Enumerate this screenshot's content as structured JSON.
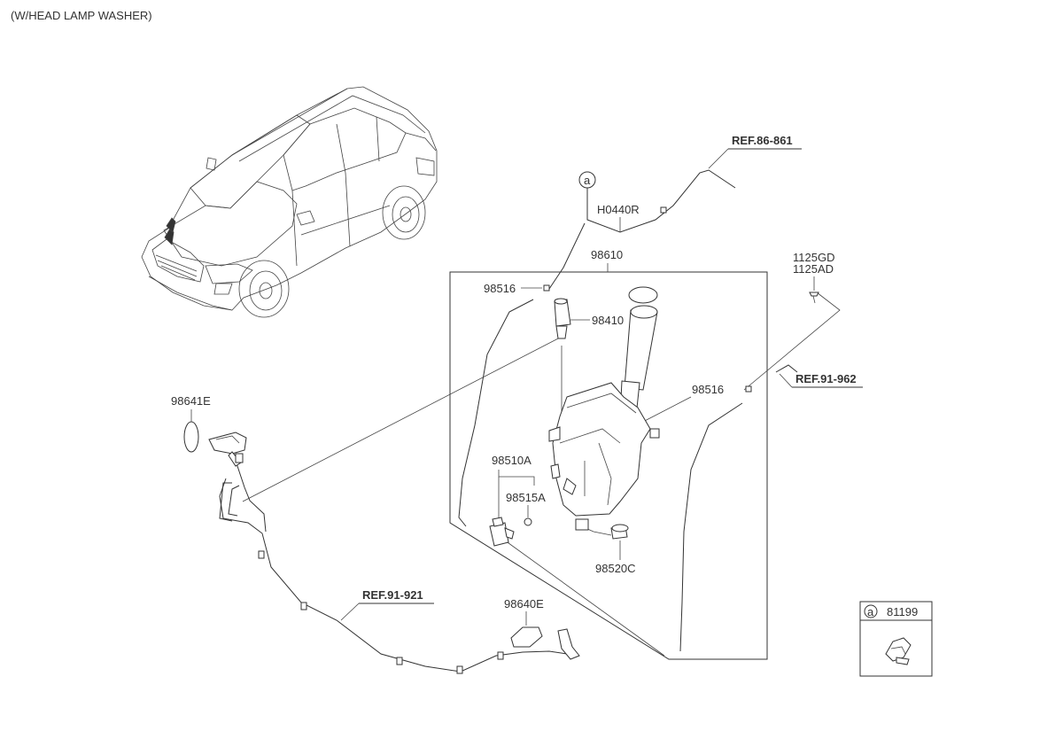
{
  "header": {
    "title": "(W/HEAD LAMP WASHER)"
  },
  "parts": {
    "p98641E": "98641E",
    "pH0440R": "H0440R",
    "p98610": "98610",
    "p98516_top": "98516",
    "p98410": "98410",
    "p98516_right": "98516",
    "p98510A": "98510A",
    "p98515A": "98515A",
    "p98520C": "98520C",
    "p98640E": "98640E",
    "p1125GD": "1125GD",
    "p1125AD": "1125AD"
  },
  "refs": {
    "ref86861": "REF.86-861",
    "ref91962": "REF.91-962",
    "ref91921": "REF.91-921"
  },
  "callouts": {
    "a_main": "a",
    "a_legend": "a",
    "legend_part": "81199"
  }
}
